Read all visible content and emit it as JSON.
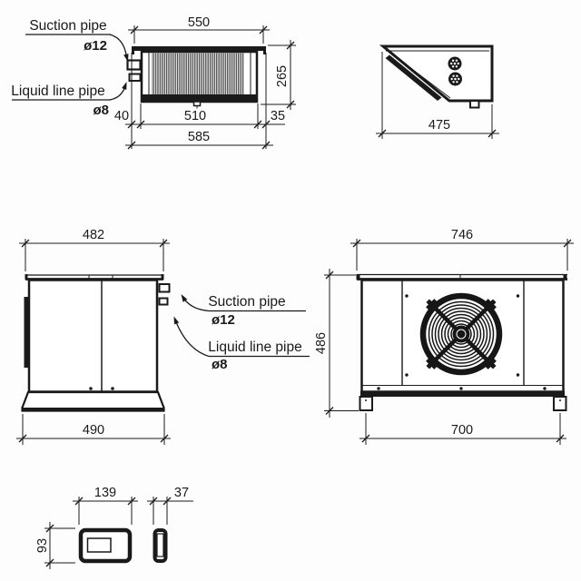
{
  "labels": {
    "suction_pipe": "Suction pipe",
    "suction_pipe_diameter": "ø12",
    "liquid_line_pipe": "Liquid line pipe",
    "liquid_line_pipe_diameter": "ø8"
  },
  "top_view": {
    "dim_top_width": "550",
    "dim_depth": "265",
    "dim_left_offset": "40",
    "dim_inner_width": "510",
    "dim_right_offset": "35",
    "dim_total_width": "585"
  },
  "side_view": {
    "dim_depth": "475"
  },
  "front_view": {
    "dim_top_width": "482",
    "dim_base_width": "490"
  },
  "back_view": {
    "dim_top_width": "746",
    "dim_height": "486",
    "dim_feet_span": "700"
  },
  "controller_view": {
    "dim_width": "139",
    "dim_height": "93",
    "dim_side_width": "37"
  },
  "colors": {
    "line": "#1a1a1a",
    "background": "#fdfdfd"
  }
}
